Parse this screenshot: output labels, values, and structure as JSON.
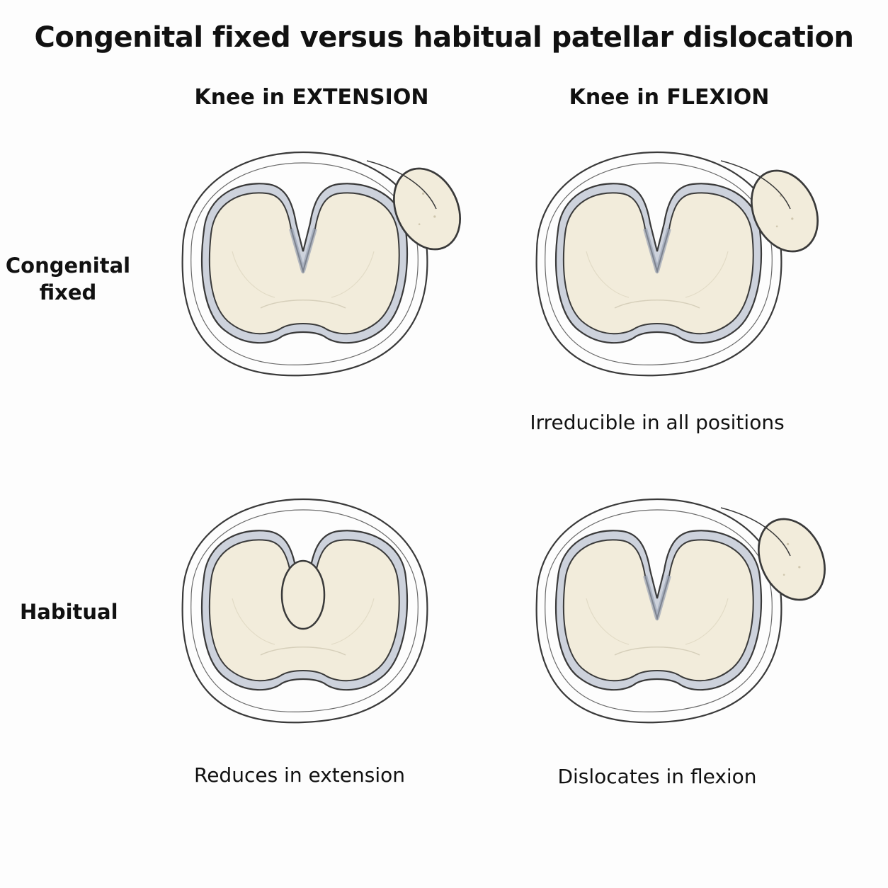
{
  "title": "Congenital fixed versus habitual patellar dislocation",
  "columns": {
    "extension": "Knee in EXTENSION",
    "flexion": "Knee in FLEXION"
  },
  "rows": {
    "congenital": "Congenital\nfixed",
    "habitual": "Habitual"
  },
  "captions": {
    "irreducible": "Irreducible in all positions",
    "reduces": "Reduces in extension",
    "dislocates": "Dislocates in flexion"
  },
  "colors": {
    "bone": "#f2ecdb",
    "cartilage": "#c9ced8",
    "outline": "#3a3a3a",
    "background": "#fdfdfd"
  },
  "panels": [
    {
      "row": "congenital",
      "column": "extension",
      "patella": "lateral-dislocated"
    },
    {
      "row": "congenital",
      "column": "flexion",
      "patella": "lateral-dislocated"
    },
    {
      "row": "habitual",
      "column": "extension",
      "patella": "in-groove"
    },
    {
      "row": "habitual",
      "column": "flexion",
      "patella": "lateral-dislocated"
    }
  ]
}
